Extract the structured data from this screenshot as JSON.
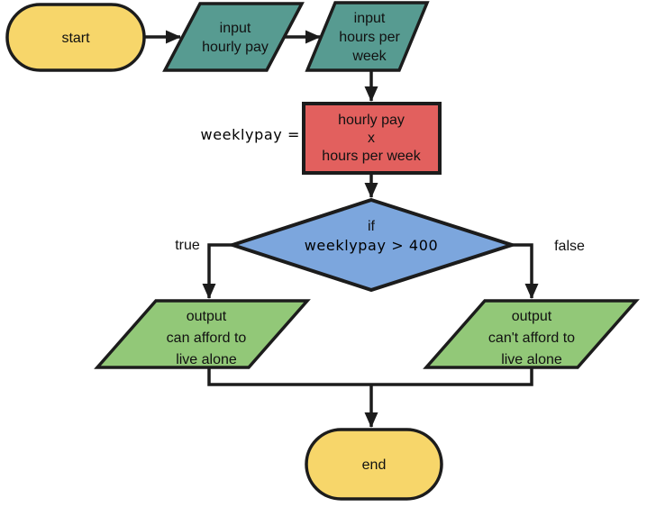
{
  "diagram": {
    "nodes": {
      "start": {
        "label": "start"
      },
      "input_hourly_pay": {
        "lines": [
          "input",
          "hourly pay"
        ]
      },
      "input_hours_per_week": {
        "lines": [
          "input",
          "hours per",
          "week"
        ]
      },
      "compute_weekly_pay": {
        "lines": [
          "hourly pay",
          "x",
          "hours per week"
        ]
      },
      "decision": {
        "lines": [
          "if",
          "weeklypay > 400"
        ]
      },
      "output_can_afford": {
        "lines": [
          "output",
          "can afford to",
          "live alone"
        ]
      },
      "output_cant_afford": {
        "lines": [
          "output",
          "can't afford to",
          "live alone"
        ]
      },
      "end": {
        "label": "end"
      }
    },
    "labels": {
      "assignment": "weeklypay =",
      "branch_true": "true",
      "branch_false": "false"
    },
    "colors": {
      "terminator": "#f7d66a",
      "input": "#579b91",
      "process": "#e2605e",
      "decision": "#7ca6dd",
      "output": "#92c878"
    }
  }
}
